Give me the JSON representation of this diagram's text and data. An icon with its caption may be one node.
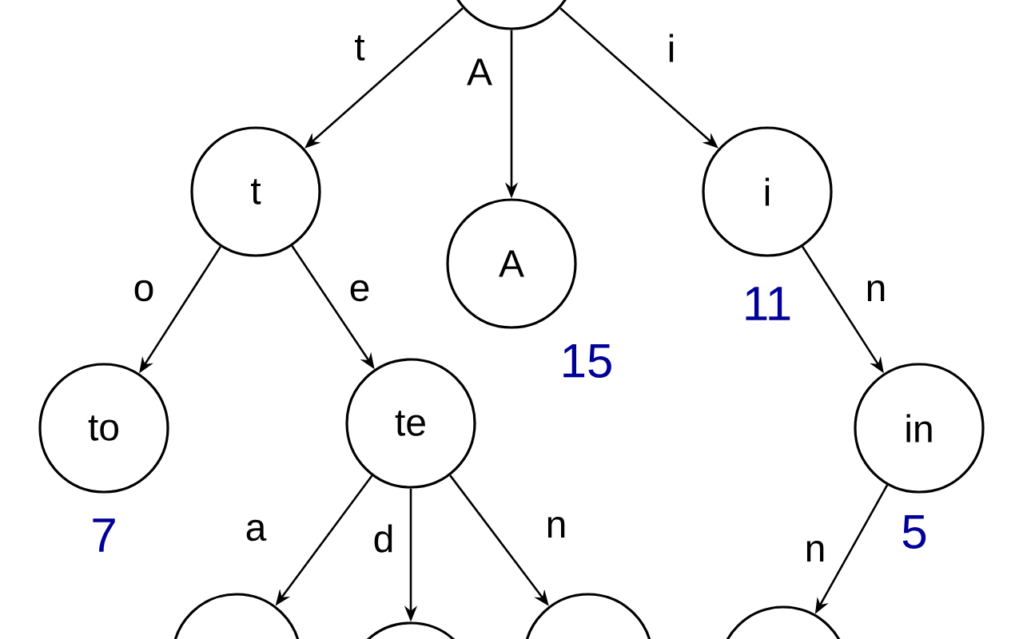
{
  "diagram": {
    "nodes": [
      {
        "text": [],
        "shape": "circle"
      },
      {
        "text": [
          "t"
        ]
      },
      {
        "text": [
          "A"
        ],
        "beside": [
          "15"
        ]
      },
      {
        "text": [
          "i"
        ],
        "beside": [
          "11"
        ]
      },
      {
        "text": [
          "to"
        ],
        "beside": [
          "7"
        ]
      },
      {
        "text": [
          "te"
        ]
      },
      {
        "text": [
          "in"
        ],
        "beside": [
          "5"
        ]
      },
      {
        "text": [],
        "shape": "circle"
      },
      {
        "text": [],
        "shape": "circle"
      },
      {
        "text": [],
        "shape": "circle"
      },
      {
        "text": [],
        "shape": "circle"
      }
    ],
    "edges": [
      {
        "from": 0,
        "to": 1,
        "arrow": "to",
        "label": "t"
      },
      {
        "from": 0,
        "to": 2,
        "arrow": "to",
        "label": "A"
      },
      {
        "from": 0,
        "to": 3,
        "arrow": "to",
        "label": "i"
      },
      {
        "from": 1,
        "to": 4,
        "arrow": "to",
        "label": "o"
      },
      {
        "from": 1,
        "to": 5,
        "arrow": "to",
        "label": "e"
      },
      {
        "from": 3,
        "to": 6,
        "arrow": "to",
        "label": "n"
      },
      {
        "from": 5,
        "to": 7,
        "arrow": "to",
        "label": "a"
      },
      {
        "from": 5,
        "to": 8,
        "arrow": "to",
        "label": "d"
      },
      {
        "from": 5,
        "to": 9,
        "arrow": "to",
        "label": "n"
      },
      {
        "from": 6,
        "to": 10,
        "arrow": "to",
        "label": "n"
      }
    ]
  }
}
